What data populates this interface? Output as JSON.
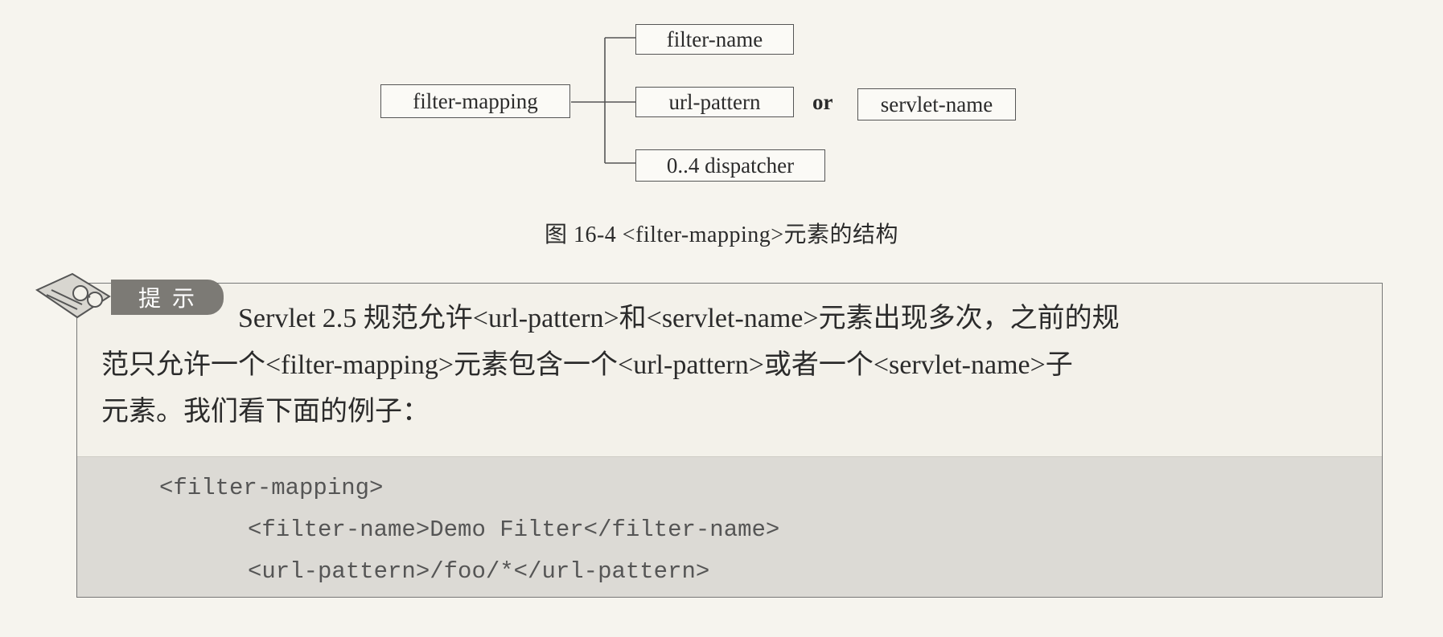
{
  "diagram": {
    "root": "filter-mapping",
    "children": {
      "filter_name": "filter-name",
      "url_pattern": "url-pattern",
      "or": "or",
      "servlet_name": "servlet-name",
      "dispatcher": "0..4  dispatcher"
    }
  },
  "caption": "图 16-4    <filter-mapping>元素的结构",
  "tip": {
    "label": "提示",
    "paragraph_lines": [
      "Servlet 2.5 规范允许<url-pattern>和<servlet-name>元素出现多次，之前的规",
      "范只允许一个<filter-mapping>元素包含一个<url-pattern>或者一个<servlet-name>子",
      "元素。我们看下面的例子："
    ],
    "code_lines": [
      "<filter-mapping>",
      "<filter-name>Demo Filter</filter-name>",
      "<url-pattern>/foo/*</url-pattern>"
    ]
  }
}
